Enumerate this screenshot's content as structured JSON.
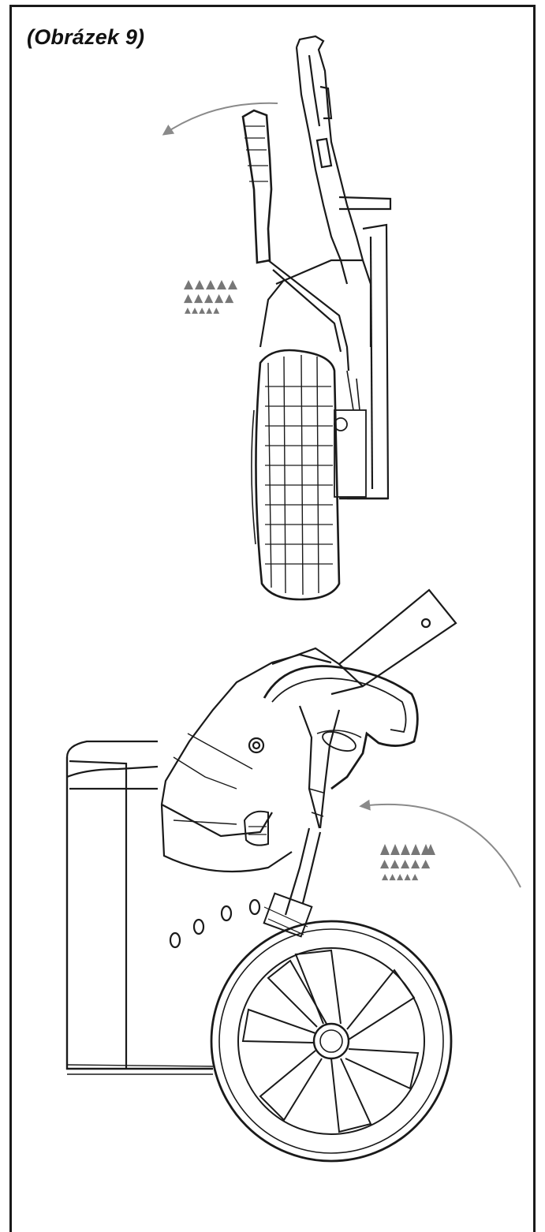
{
  "figure": {
    "caption": "(Obrázek 9)"
  },
  "illustrations": [
    {
      "name": "top-view",
      "arrow_direction": "counter-clockwise",
      "height_marks_rows": [
        5,
        5,
        5
      ]
    },
    {
      "name": "side-view",
      "arrow_direction": "counter-clockwise",
      "height_marks_rows": [
        6,
        5,
        5
      ]
    }
  ],
  "colors": {
    "line": "#1a1a1a",
    "arrow": "#8a8a8a",
    "marks": "#777777"
  }
}
